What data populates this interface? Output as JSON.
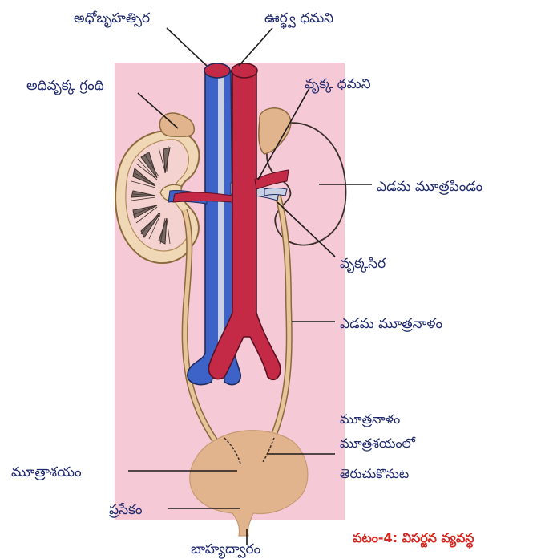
{
  "labels": {
    "inferior_vena_cava": "అధోబృహత్సిర",
    "dorsal_aorta": "ఊర్థ్వ ధమని",
    "adrenal_gland": "అధివృక్క గ్రంథి",
    "renal_artery": "వృక్క ధమని",
    "left_kidney": "ఎడమ మూత్రపిండం",
    "renal_vein": "వృక్కసిర",
    "left_ureter": "ఎడమ మూత్రనాళం",
    "ureter_opening_line1": "మూత్రనాళం",
    "ureter_opening_line2": "మూత్రశయంలో",
    "ureter_opening_line3": "తెరుచుకొనుట",
    "urinary_bladder": "మూత్రాశయం",
    "urethra": "ప్రసేకం",
    "urethral_opening": "బాహ్యద్వారం"
  },
  "caption": "పటం-4: విసర్జన వ్యవస్థ",
  "colors": {
    "background_panel": "#f6c9d6",
    "vein": "#3e63c8",
    "artery": "#c42a46",
    "kidney_tissue": "#f0d8b6",
    "bladder": "#e2b48d",
    "adrenal": "#e2b48d",
    "label_text": "#1f2a6e",
    "caption_text": "#d3271f"
  }
}
